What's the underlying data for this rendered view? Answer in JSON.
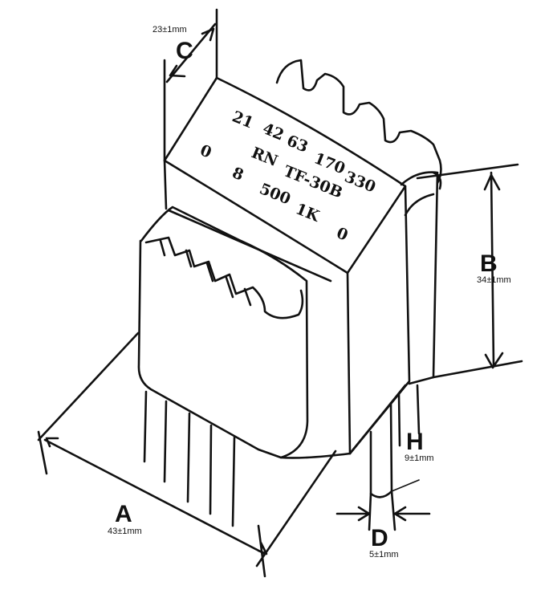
{
  "dimensions": {
    "a": {
      "letter": "A",
      "value": "43±1mm"
    },
    "b": {
      "letter": "B",
      "value": "34±1mm"
    },
    "c": {
      "letter": "C",
      "value": "23±1mm"
    },
    "d": {
      "letter": "D",
      "value": "5±1mm"
    },
    "h": {
      "letter": "H",
      "value": "9±1mm"
    }
  },
  "top_markings": {
    "row1": [
      "21",
      "42",
      "63",
      "170",
      "330"
    ],
    "row2": [
      "0",
      "RN",
      "TF-30B"
    ],
    "row3": [
      "8",
      "500",
      "1K",
      "0"
    ]
  },
  "colors": {
    "ink": "#111111",
    "background": "#ffffff"
  }
}
